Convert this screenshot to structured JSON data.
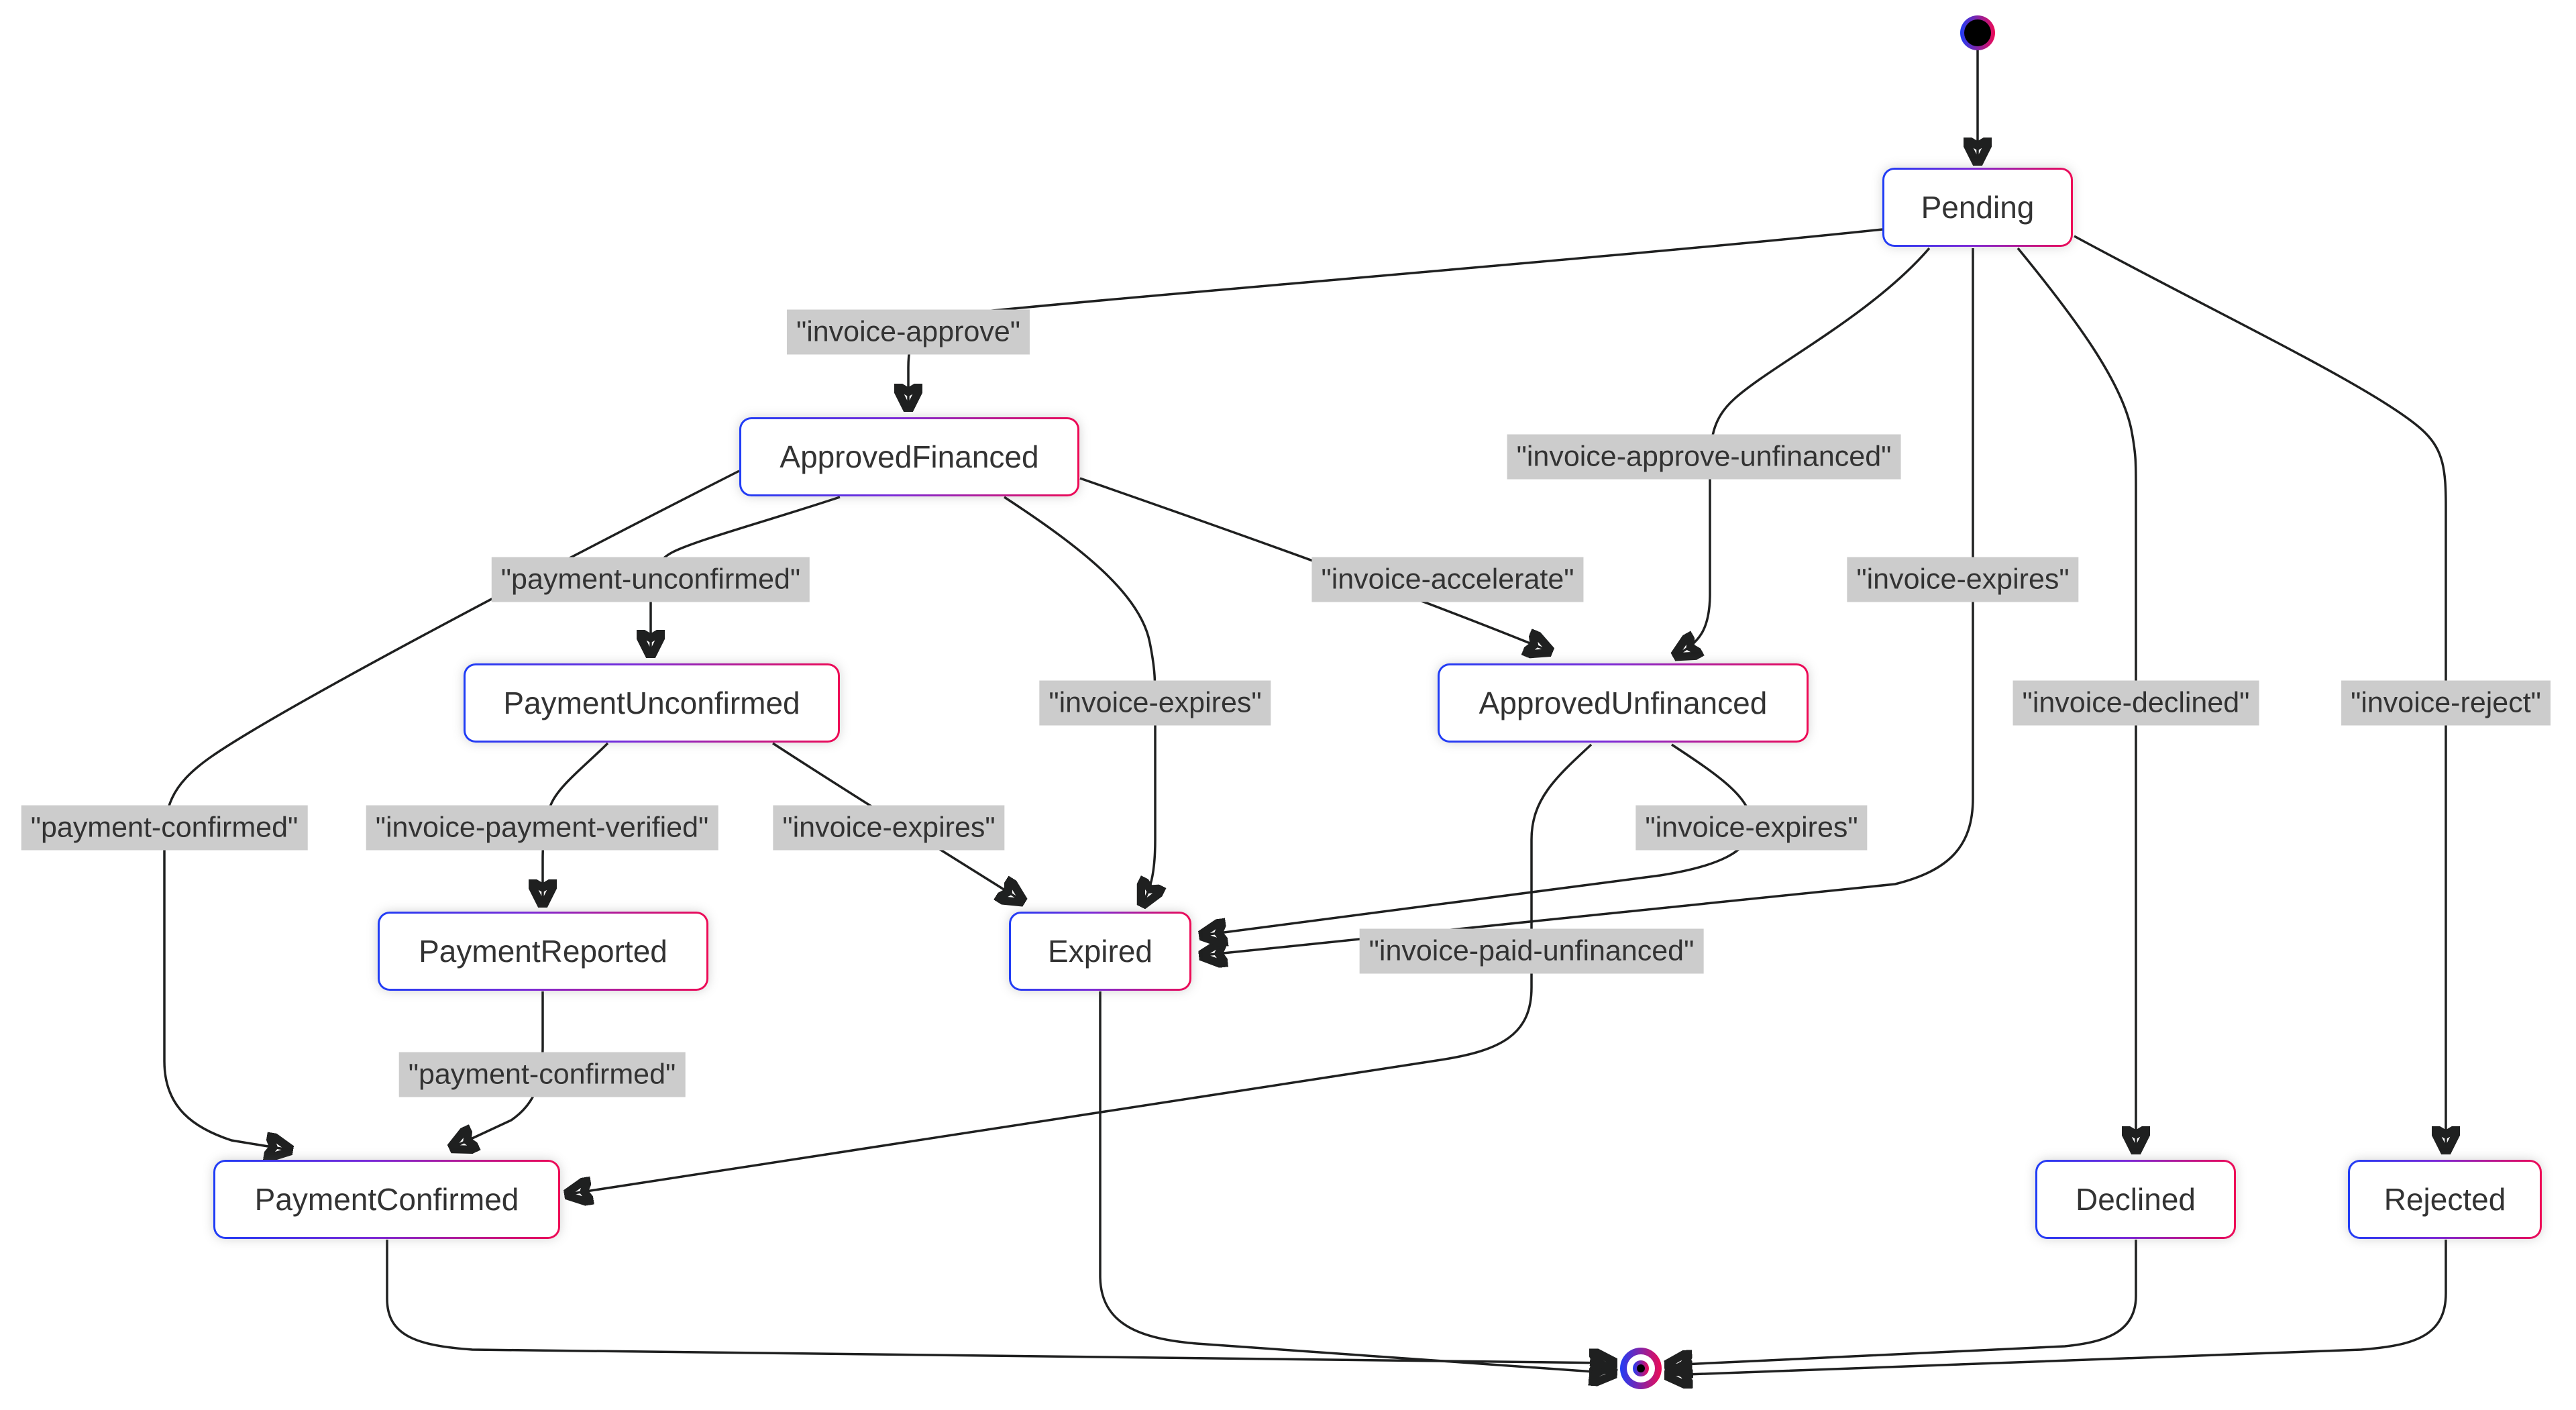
{
  "diagram": {
    "type": "state-machine",
    "states": [
      {
        "id": "pending",
        "label": "Pending"
      },
      {
        "id": "approved-financed",
        "label": "ApprovedFinanced"
      },
      {
        "id": "payment-unconfirmed",
        "label": "PaymentUnconfirmed"
      },
      {
        "id": "approved-unfinanced",
        "label": "ApprovedUnfinanced"
      },
      {
        "id": "payment-reported",
        "label": "PaymentReported"
      },
      {
        "id": "expired",
        "label": "Expired"
      },
      {
        "id": "payment-confirmed",
        "label": "PaymentConfirmed"
      },
      {
        "id": "declined",
        "label": "Declined"
      },
      {
        "id": "rejected",
        "label": "Rejected"
      }
    ],
    "transitions": [
      {
        "from": "Pending",
        "to": "ApprovedFinanced",
        "label": "\"invoice-approve\""
      },
      {
        "from": "Pending",
        "to": "ApprovedUnfinanced",
        "label": "\"invoice-approve-unfinanced\""
      },
      {
        "from": "Pending",
        "to": "Expired",
        "label": "\"invoice-expires\""
      },
      {
        "from": "Pending",
        "to": "Declined",
        "label": "\"invoice-declined\""
      },
      {
        "from": "Pending",
        "to": "Rejected",
        "label": "\"invoice-reject\""
      },
      {
        "from": "ApprovedFinanced",
        "to": "PaymentUnconfirmed",
        "label": "\"payment-unconfirmed\""
      },
      {
        "from": "ApprovedFinanced",
        "to": "ApprovedUnfinanced",
        "label": "\"invoice-accelerate\""
      },
      {
        "from": "ApprovedFinanced",
        "to": "Expired",
        "label": "\"invoice-expires\""
      },
      {
        "from": "ApprovedFinanced",
        "to": "PaymentConfirmed",
        "label": "\"payment-confirmed\""
      },
      {
        "from": "PaymentUnconfirmed",
        "to": "PaymentReported",
        "label": "\"invoice-payment-verified\""
      },
      {
        "from": "PaymentUnconfirmed",
        "to": "Expired",
        "label": "\"invoice-expires\""
      },
      {
        "from": "PaymentReported",
        "to": "PaymentConfirmed",
        "label": "\"payment-confirmed\""
      },
      {
        "from": "ApprovedUnfinanced",
        "to": "Expired",
        "label": "\"invoice-expires\""
      },
      {
        "from": "ApprovedUnfinanced",
        "to": "PaymentConfirmed",
        "label": "\"invoice-paid-unfinanced\""
      },
      {
        "from": "[initial]",
        "to": "Pending",
        "label": ""
      },
      {
        "from": "PaymentConfirmed",
        "to": "[final]",
        "label": ""
      },
      {
        "from": "Expired",
        "to": "[final]",
        "label": ""
      },
      {
        "from": "Declined",
        "to": "[final]",
        "label": ""
      },
      {
        "from": "Rejected",
        "to": "[final]",
        "label": ""
      }
    ],
    "colors": {
      "accent_blue": "#1f3df6",
      "accent_crimson": "#ee0a55",
      "edge_label_background": "#cccccc",
      "line": "#1f2020",
      "text": "#333333",
      "state_fill": "#ffffff"
    }
  }
}
